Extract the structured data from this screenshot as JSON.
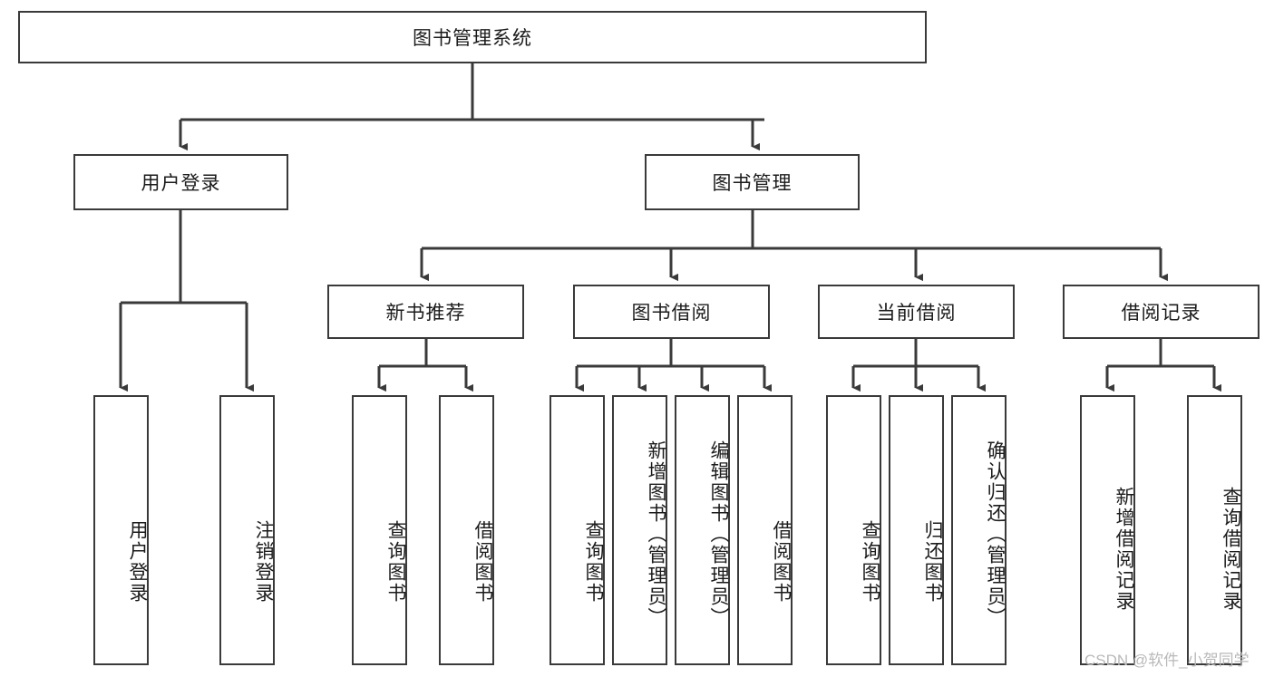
{
  "diagram": {
    "type": "tree-hierarchy",
    "title": "图书管理系统",
    "orientation": "top-down",
    "colors": {
      "box_border": "#3a3a3a",
      "box_fill": "#ffffff",
      "connector": "#3a3a3a",
      "text": "#1b1b1b",
      "watermark": "#b9b9b9"
    },
    "root": {
      "id": "root",
      "label": "图书管理系统",
      "level": 1
    },
    "level2": [
      {
        "id": "user-login",
        "label": "用户登录",
        "level": 2
      },
      {
        "id": "book-management",
        "label": "图书管理",
        "level": 2
      }
    ],
    "level3": [
      {
        "id": "new-book-recommend",
        "label": "新书推荐",
        "level": 3,
        "parent": "book-management"
      },
      {
        "id": "book-borrow",
        "label": "图书借阅",
        "level": 3,
        "parent": "book-management"
      },
      {
        "id": "current-borrow",
        "label": "当前借阅",
        "level": 3,
        "parent": "book-management"
      },
      {
        "id": "borrow-record",
        "label": "借阅记录",
        "level": 3,
        "parent": "book-management"
      }
    ],
    "leaves": [
      {
        "id": "leaf-user-login",
        "label": "用户登录",
        "parent": "user-login"
      },
      {
        "id": "leaf-user-logout",
        "label": "注销登录",
        "parent": "user-login"
      },
      {
        "id": "leaf-query-book-rec",
        "label": "查询图书",
        "parent": "new-book-recommend"
      },
      {
        "id": "leaf-borrow-book-rec",
        "label": "借阅图书",
        "parent": "new-book-recommend"
      },
      {
        "id": "leaf-query-book-borrow",
        "label": "查询图书",
        "parent": "book-borrow"
      },
      {
        "id": "leaf-add-book",
        "label": "新增图书（管理员）",
        "parent": "book-borrow"
      },
      {
        "id": "leaf-edit-book",
        "label": "编辑图书（管理员）",
        "parent": "book-borrow"
      },
      {
        "id": "leaf-borrow-book",
        "label": "借阅图书",
        "parent": "book-borrow"
      },
      {
        "id": "leaf-query-book-cur",
        "label": "查询图书",
        "parent": "current-borrow"
      },
      {
        "id": "leaf-return-book",
        "label": "归还图书",
        "parent": "current-borrow"
      },
      {
        "id": "leaf-confirm-return",
        "label": "确认归还（管理员）",
        "parent": "current-borrow"
      },
      {
        "id": "leaf-add-record",
        "label": "新增借阅记录",
        "parent": "borrow-record"
      },
      {
        "id": "leaf-query-record",
        "label": "查询借阅记录",
        "parent": "borrow-record"
      }
    ],
    "watermark": "CSDN @软件_小贺同学"
  }
}
